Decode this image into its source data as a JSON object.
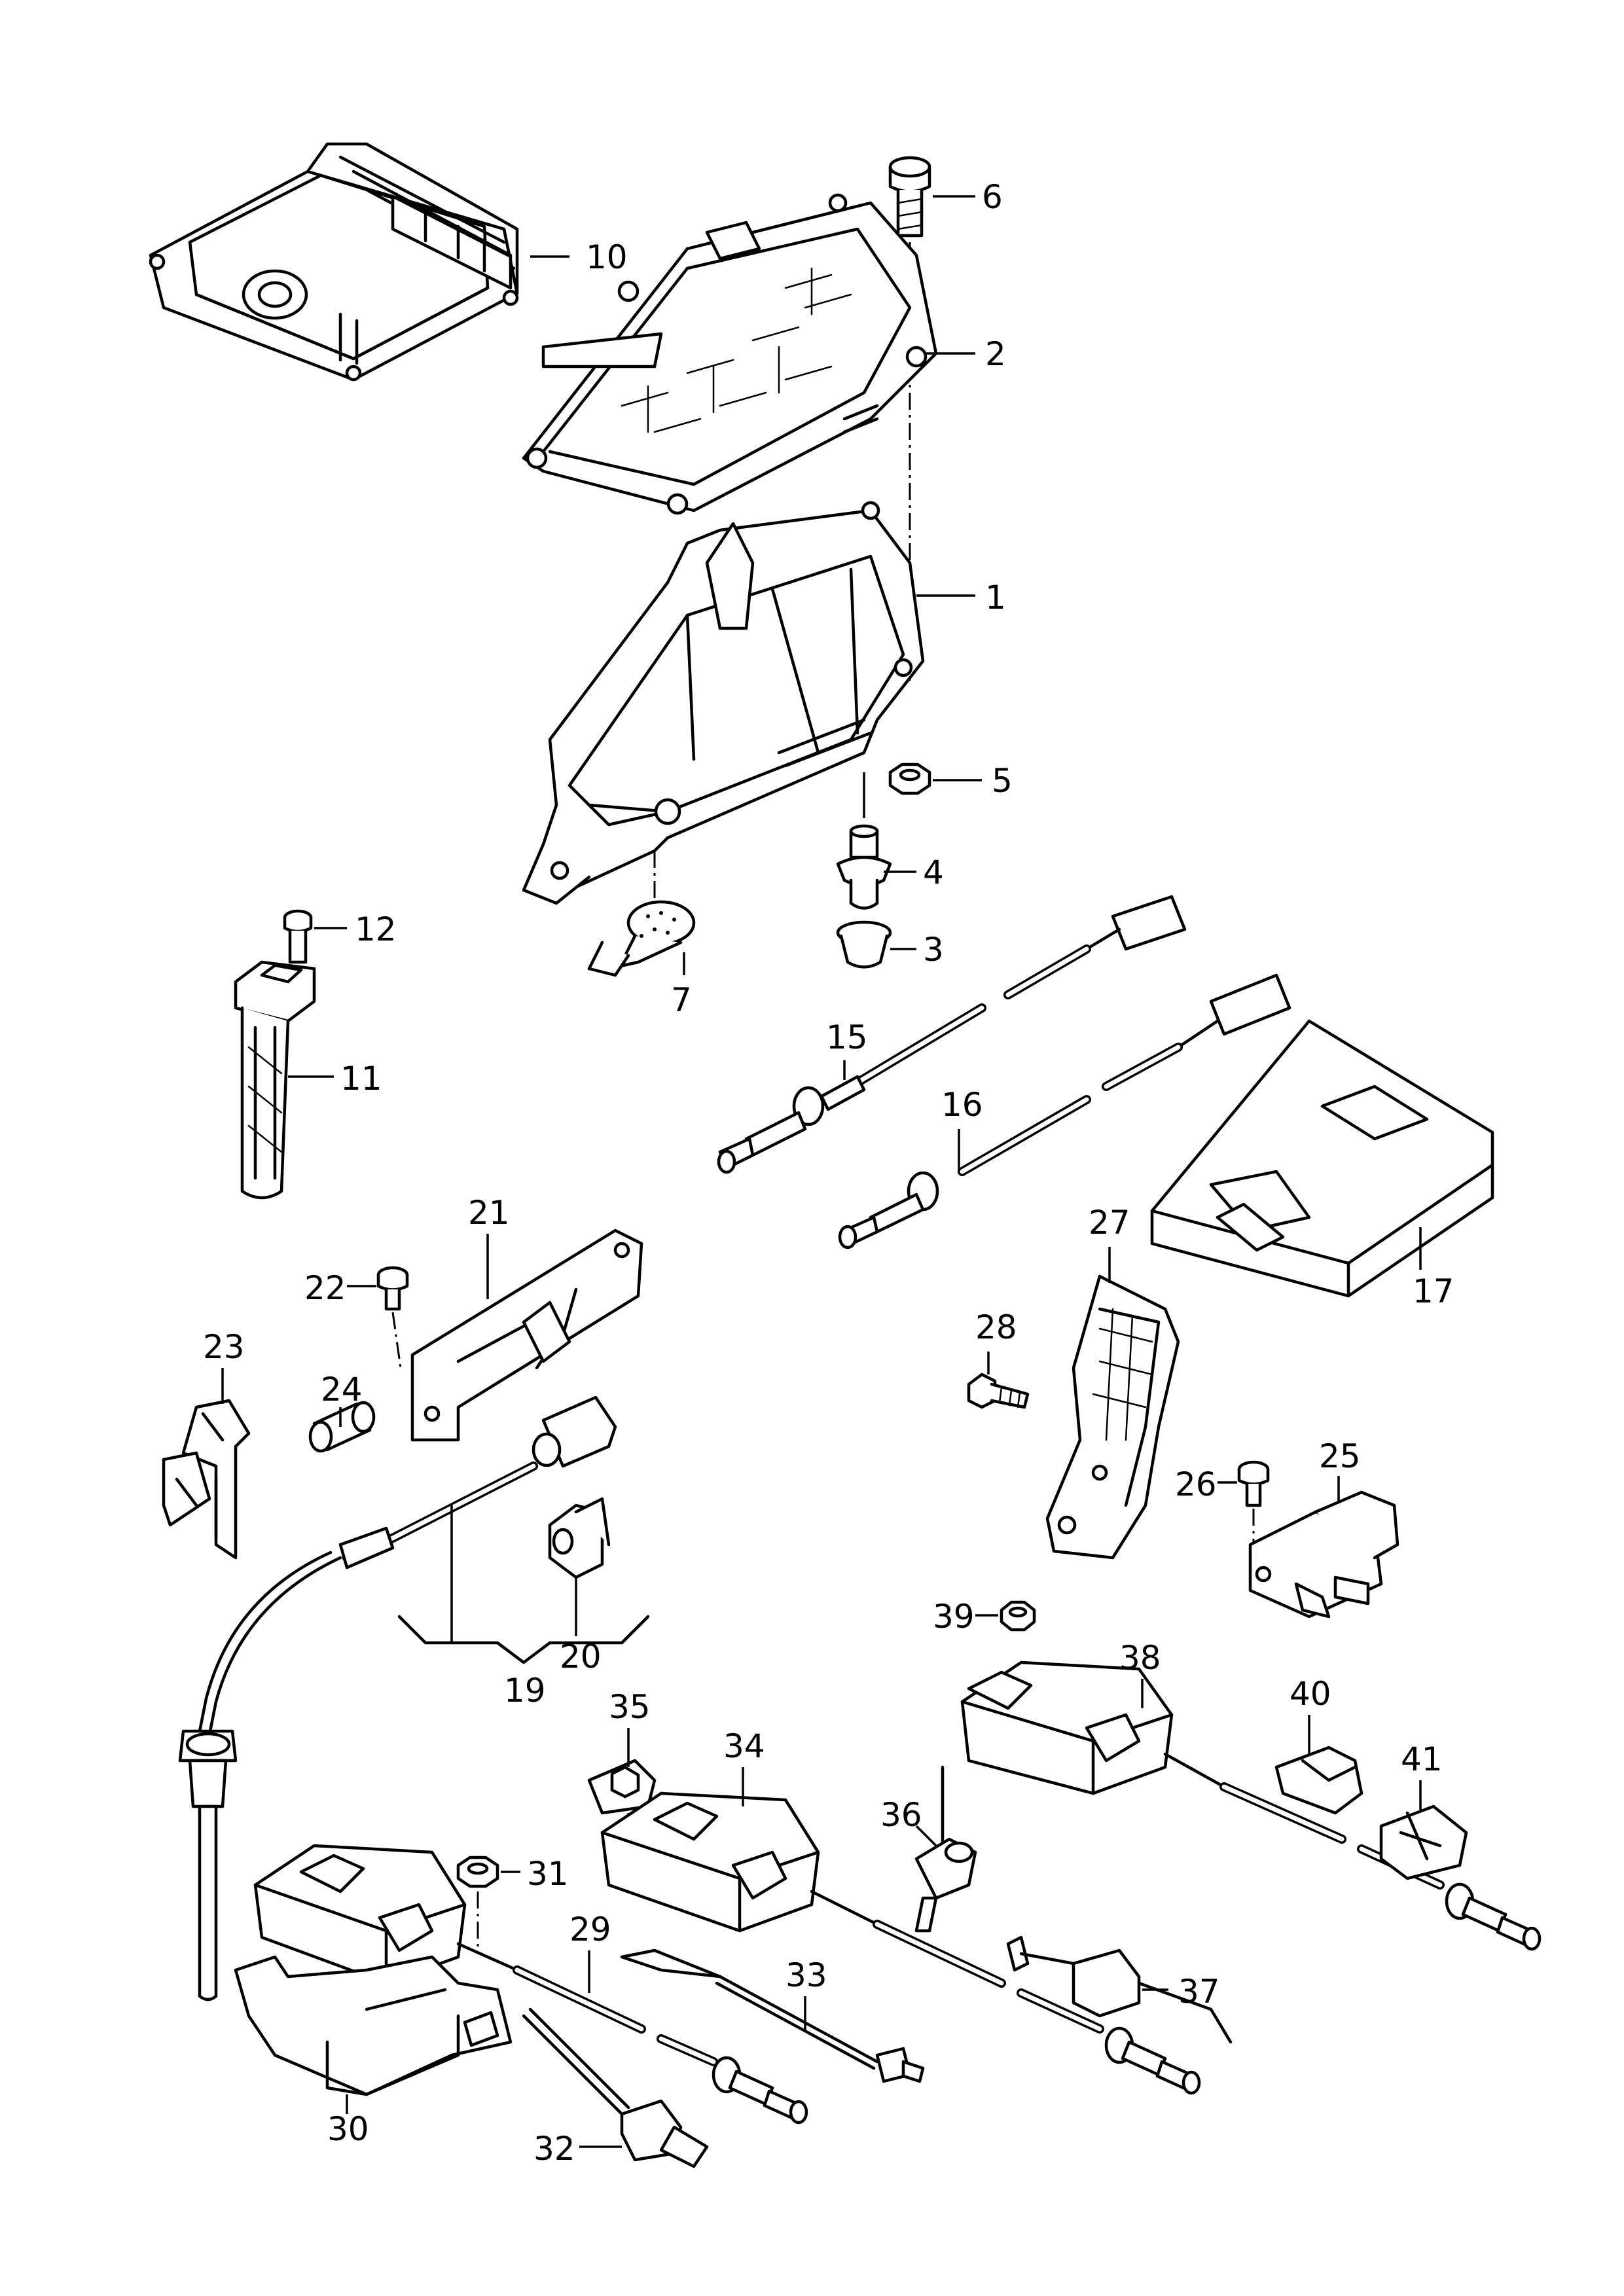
{
  "callouts": {
    "p1": "1",
    "p2": "2",
    "p3": "3",
    "p4": "4",
    "p5": "5",
    "p6": "6",
    "p7": "7",
    "p10": "10",
    "p11": "11",
    "p12": "12",
    "p15": "15",
    "p16": "16",
    "p17": "17",
    "p19": "19",
    "p20": "20",
    "p21": "21",
    "p22": "22",
    "p23": "23",
    "p24": "24",
    "p25": "25",
    "p26": "26",
    "p27": "27",
    "p28": "28",
    "p29": "29",
    "p30": "30",
    "p31": "31",
    "p32": "32",
    "p33": "33",
    "p34": "34",
    "p35": "35",
    "p36": "36",
    "p37": "37",
    "p38": "38",
    "p39": "39",
    "p40": "40",
    "p41": "41"
  },
  "colors": {
    "line": "#000000",
    "background": "#ffffff"
  }
}
